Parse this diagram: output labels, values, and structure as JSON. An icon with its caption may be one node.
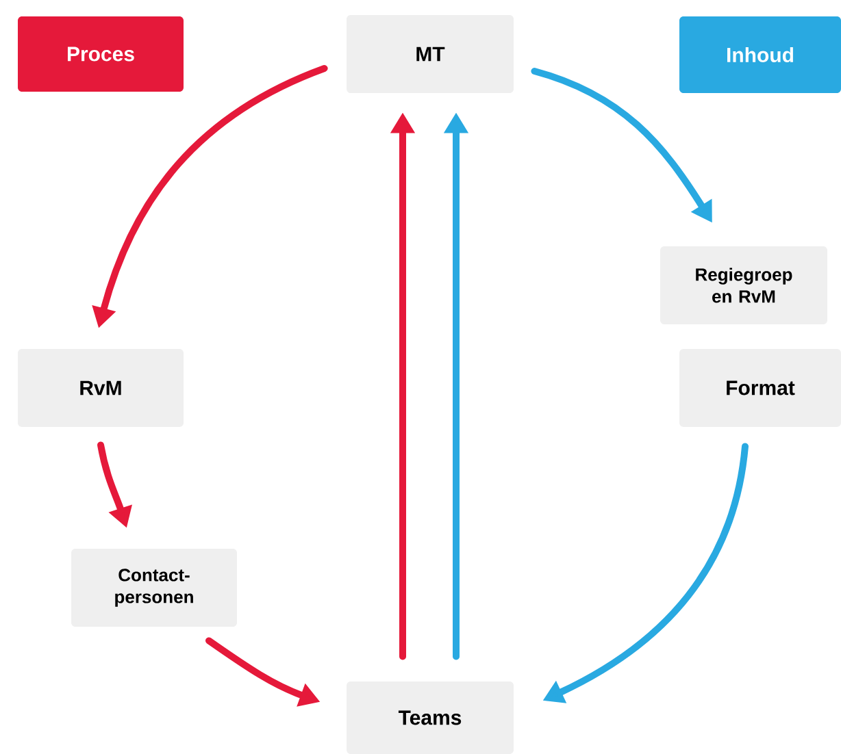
{
  "diagram": {
    "nodes": [
      {
        "text": [
          "Proces"
        ]
      },
      {
        "text": [
          "MT"
        ]
      },
      {
        "text": [
          "Inhoud"
        ]
      },
      {
        "text": [
          "Regiegroep en RvM"
        ]
      },
      {
        "text": [
          "RvM"
        ]
      },
      {
        "text": [
          "Format"
        ]
      },
      {
        "text": [
          "Contact- personen"
        ]
      },
      {
        "text": [
          "Teams"
        ]
      }
    ],
    "edges": [
      {
        "from": 1,
        "to": 4,
        "arrow": "to",
        "color": "#e5193a"
      },
      {
        "from": 4,
        "to": 6,
        "arrow": "to",
        "color": "#e5193a"
      },
      {
        "from": 6,
        "to": 7,
        "arrow": "to",
        "color": "#e5193a"
      },
      {
        "from": 7,
        "to": 1,
        "arrow": "to",
        "color": "#e5193a"
      },
      {
        "from": 7,
        "to": 1,
        "arrow": "to",
        "color": "#29a9e1"
      },
      {
        "from": 1,
        "to": 3,
        "arrow": "to",
        "color": "#29a9e1"
      },
      {
        "from": 5,
        "to": 7,
        "arrow": "to",
        "color": "#29a9e1"
      }
    ]
  }
}
